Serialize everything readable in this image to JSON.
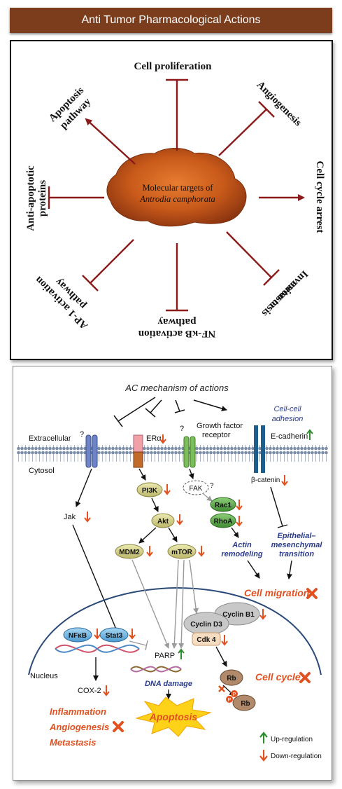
{
  "banner": {
    "title": "Anti Tumor Pharmacological Actions"
  },
  "top_diagram": {
    "center_line1": "Molecular targets of",
    "center_line2": "Antrodia camphorata",
    "labels": {
      "cell_proliferation": "Cell proliferation",
      "angiogenesis": "Angiogenesis",
      "cell_cycle_arrest": "Cell cycle arrest",
      "invasion_line1": "Invasion or",
      "invasion_line2": "metastasis",
      "nfkb_line1": "NF-κB activation",
      "nfkb_line2": "pathway",
      "ap1_line1": "AP-1 activation",
      "ap1_line2": "pathway",
      "antiapoptotic_line1": "Anti-apoptotic",
      "antiapoptotic_line2": "proteins",
      "apoptosis_line1": "Apoptosis",
      "apoptosis_line2": "pathway"
    },
    "arrow_color": "#8b1a1a"
  },
  "bottom_diagram": {
    "title": "AC mechanism of actions",
    "extracellular": "Extracellular",
    "cytosol": "Cytosol",
    "nucleus": "Nucleus",
    "q1": "?",
    "q2": "?",
    "q3": "?",
    "era": "ERα",
    "gfr_line1": "Growth factor",
    "gfr_line2": "receptor",
    "ecad": "E-cadherin",
    "cc_line1": "Cell-cell",
    "cc_line2": "adhesion",
    "beta_catenin": "β-catenin",
    "jak": "Jak",
    "pi3k": "PI3K",
    "akt": "Akt",
    "mdm2": "MDM2",
    "mtor": "mTOR",
    "fak": "FAK",
    "rac1": "Rac1",
    "rhoa": "RhoA",
    "actin_line1": "Actin",
    "actin_line2": "remodeling",
    "emt_line1": "Epithelial–",
    "emt_line2": "mesenchymal",
    "emt_line3": "transition",
    "cell_migration": "Cell migration",
    "nfkb": "NFκB",
    "stat3": "Stat3",
    "parp": "PARP",
    "dna_damage": "DNA damage",
    "cyclin_d3": "Cyclin D3",
    "cyclin_b1": "Cyclin B1",
    "cdk4": "Cdk 4",
    "rb": "Rb",
    "p": "P",
    "cell_cycle": "Cell cycle",
    "cox2": "COX-2",
    "inflammation": "Inflammation",
    "angiogenesis": "Angiogenesis",
    "metastasis": "Metastasis",
    "apoptosis": "Apoptosis",
    "up_reg": "Up-regulation",
    "down_reg": "Down-regulation",
    "colors": {
      "down_arrow": "#e2501f",
      "up_arrow": "#2e8b2e",
      "outcome": "#e2501f",
      "blue_text": "#2b3c8c"
    }
  }
}
